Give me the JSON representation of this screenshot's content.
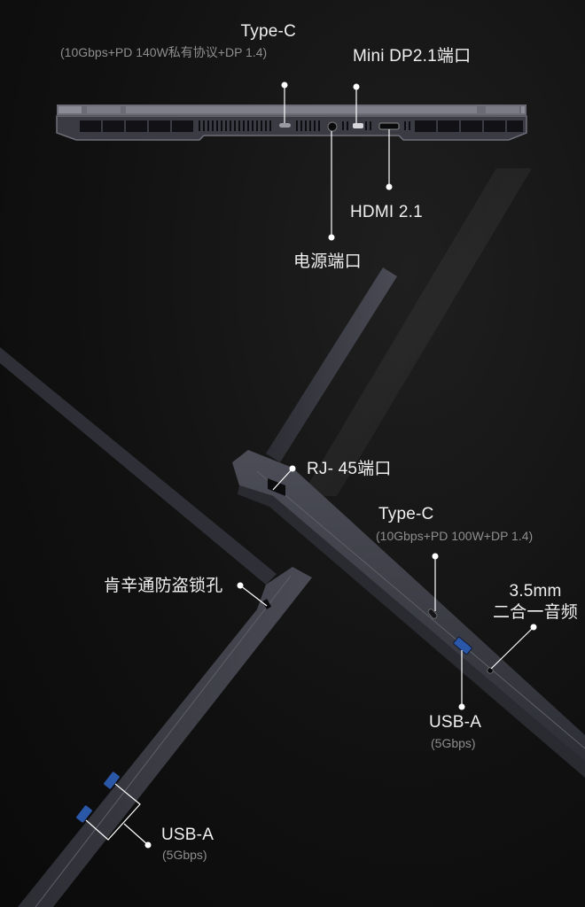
{
  "rear_view": {
    "type_c": {
      "title": "Type-C",
      "spec": "(10Gbps+PD 140W私有协议+DP 1.4)"
    },
    "mini_dp": {
      "title": "Mini DP2.1端口"
    },
    "hdmi": {
      "title": "HDMI 2.1"
    },
    "power": {
      "title": "电源端口"
    }
  },
  "right_side": {
    "rj45": {
      "title": "RJ- 45端口"
    },
    "type_c": {
      "title": "Type-C",
      "spec": "(10Gbps+PD 100W+DP 1.4)"
    },
    "audio": {
      "title_line1": "3.5mm",
      "title_line2": "二合一音频"
    },
    "usb_a": {
      "title": "USB-A",
      "spec": "(5Gbps)"
    }
  },
  "left_side": {
    "kensington": {
      "title": "肯辛通防盗锁孔"
    },
    "usb_a": {
      "title": "USB-A",
      "spec": "(5Gbps)"
    }
  },
  "colors": {
    "background": "#111111",
    "chassis": "#3f4049",
    "chassis_light": "#5b5c66",
    "usb_blue": "#2b57a8",
    "callout": "#ffffff",
    "spec_text": "#8e8e8e"
  }
}
